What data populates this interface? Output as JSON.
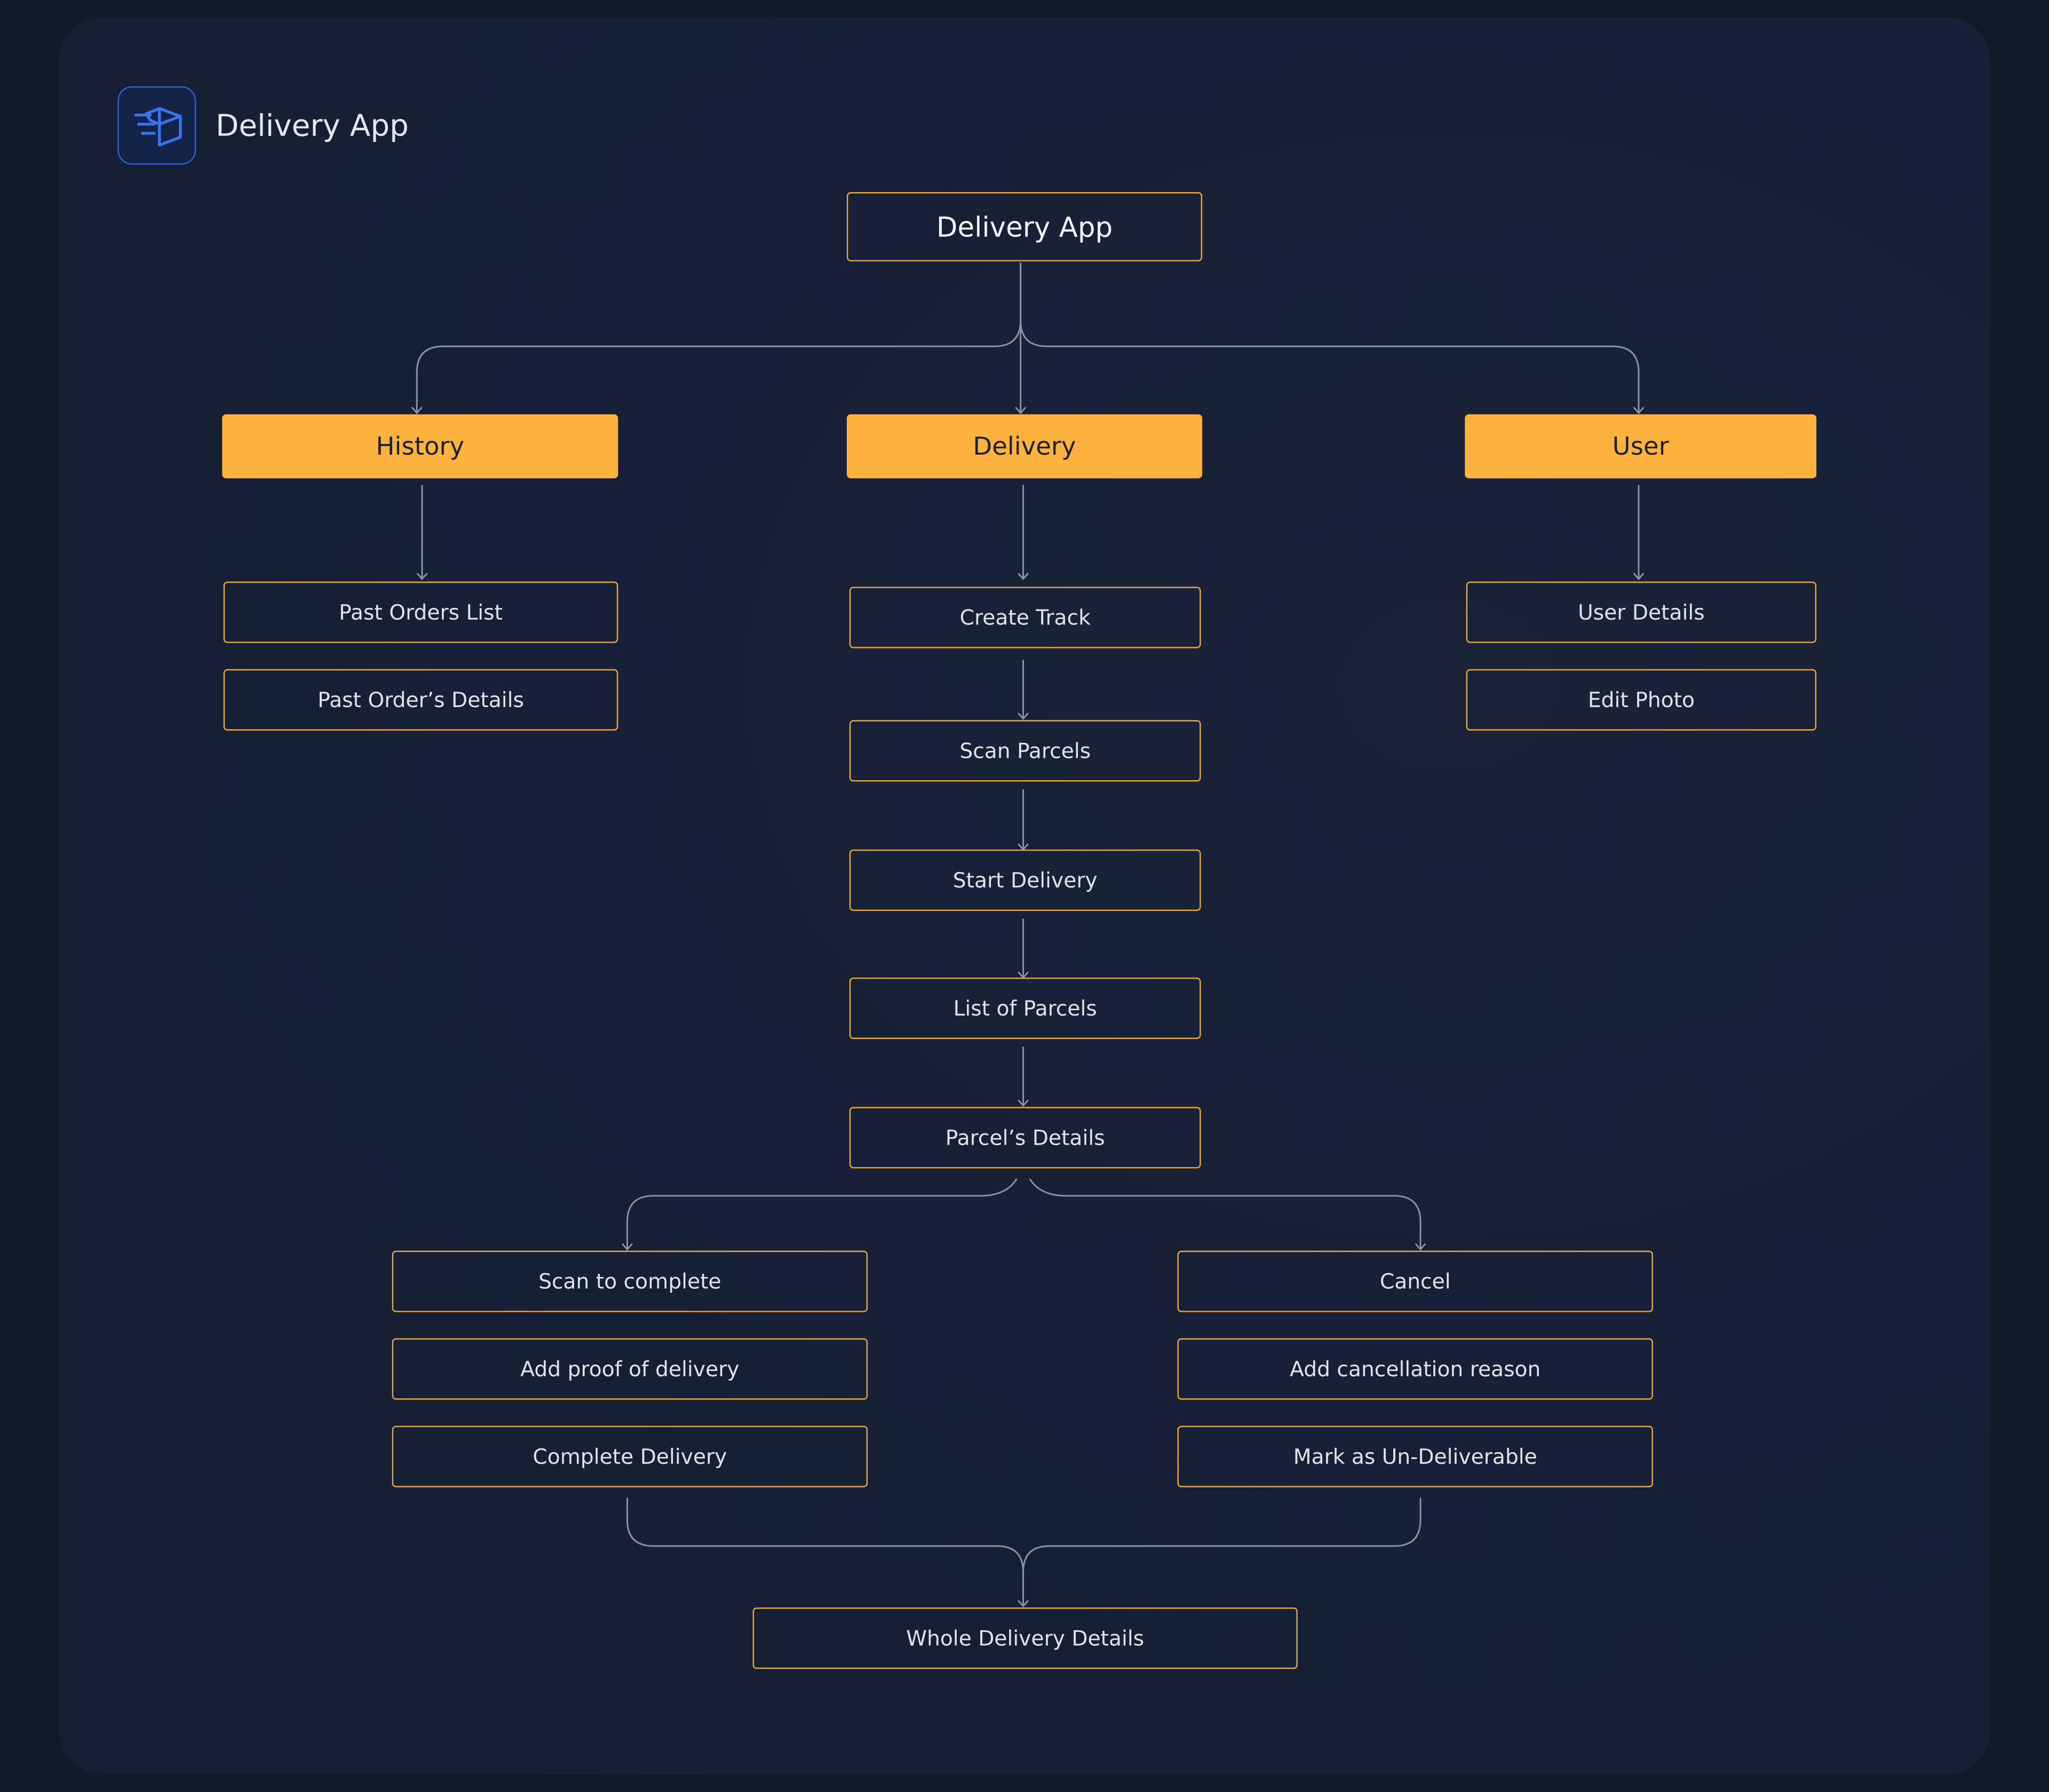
{
  "header": {
    "title": "Delivery App",
    "icon": "delivery-box-icon",
    "icon_color": "#2f62d6"
  },
  "colors": {
    "background": "#111828",
    "card": "#172036",
    "accent": "#fdb23f",
    "outline": "#e9a83c",
    "connector": "#8b93a3"
  },
  "diagram": {
    "root": "Delivery App",
    "history": {
      "label": "History",
      "items": [
        "Past Orders List",
        "Past Order’s Details"
      ]
    },
    "delivery": {
      "label": "Delivery",
      "steps": [
        "Create Track",
        "Scan Parcels",
        "Start Delivery",
        "List of Parcels",
        "Parcel’s Details"
      ],
      "complete_branch": [
        "Scan to complete",
        "Add proof of delivery",
        "Complete Delivery"
      ],
      "cancel_branch": [
        "Cancel",
        "Add cancellation reason",
        "Mark as Un-Deliverable"
      ],
      "final": "Whole Delivery Details"
    },
    "user": {
      "label": "User",
      "items": [
        "User Details",
        "Edit Photo"
      ]
    }
  }
}
